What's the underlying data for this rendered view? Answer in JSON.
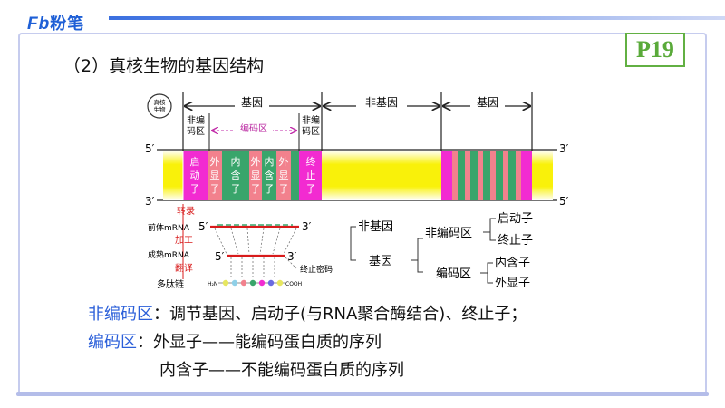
{
  "brand": {
    "logo_mark": "Fb",
    "logo_text": "粉笔"
  },
  "page_badge": "P19",
  "title": "（2）真核生物的基因结构",
  "diagram": {
    "organism_label_1": "真核",
    "organism_label_2": "生物",
    "gene_label": "基因",
    "non_gene_label": "非基因",
    "gene_label_right": "基因",
    "noncoding_1": "非编",
    "noncoding_2": "码区",
    "coding_region": "编码区",
    "five_prime": "5′",
    "three_prime": "3′",
    "promoter": [
      "启",
      "动",
      "子"
    ],
    "exon": [
      "外",
      "显",
      "子"
    ],
    "intron": [
      "内",
      "含",
      "子"
    ],
    "terminator": [
      "终",
      "止",
      "子"
    ],
    "transcription": "转录",
    "pre_mrna": "前体mRNA",
    "processing": "加工",
    "mature_mrna": "成熟mRNA",
    "translation": "翻译",
    "polypeptide": "多肽链",
    "stop_codon": "终止密码",
    "amino_end": "H₂N",
    "carboxyl_end": "COOH",
    "colors": {
      "yellow": "#f9f10a",
      "magenta": "#f22bd1",
      "pink": "#f2818d",
      "green": "#39a56b"
    }
  },
  "tree": {
    "left_nongene": "非基因",
    "left_gene": "基因",
    "mid_noncoding": "非编码区",
    "mid_coding": "编码区",
    "promoter": "启动子",
    "terminator": "终止子",
    "intron": "内含子",
    "exon": "外显子"
  },
  "notes": {
    "line1_label": "非编码区",
    "line1_text": "：调节基因、启动子(与RNA聚合酶结合)、终止子；",
    "line2_label": "编码区",
    "line2_text": "：外显子——能编码蛋白质的序列",
    "line3_text": "内含子——不能编码蛋白质的序列"
  }
}
